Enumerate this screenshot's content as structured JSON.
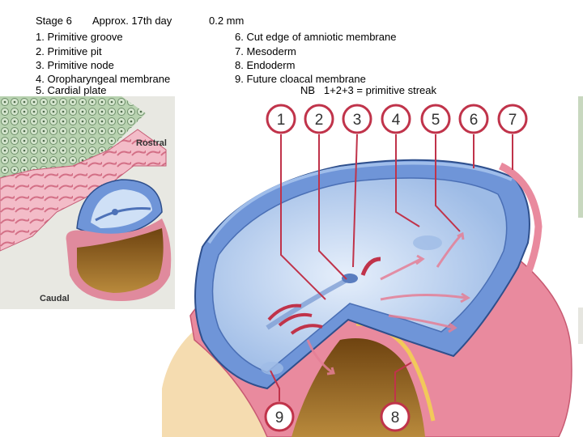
{
  "header": {
    "stage": "Stage 6",
    "age": "Approx. 17th day",
    "size": "0.2 mm"
  },
  "legend_left": [
    "1. Primitive groove",
    "2. Primitive pit",
    "3. Primitive node",
    "4. Oropharyngeal membrane",
    "5. Cardial plate"
  ],
  "legend_right": [
    "6. Cut edge of amniotic membrane",
    "7. Mesoderm",
    "8. Endoderm",
    "9. Future cloacal membrane"
  ],
  "note": "NB   1+2+3 = primitive streak",
  "inset_labels": {
    "rostral": "Rostral",
    "caudal": "Caudal"
  },
  "markers": [
    "1",
    "2",
    "3",
    "4",
    "5",
    "6",
    "7",
    "8",
    "9"
  ],
  "colors": {
    "amnion_blue": "#6f95d8",
    "disc_blue": "#c9dcf3",
    "mesoderm_pink": "#e98a9e",
    "yolk_brown": "#8a5a14",
    "marker_red": "#c0334a"
  }
}
